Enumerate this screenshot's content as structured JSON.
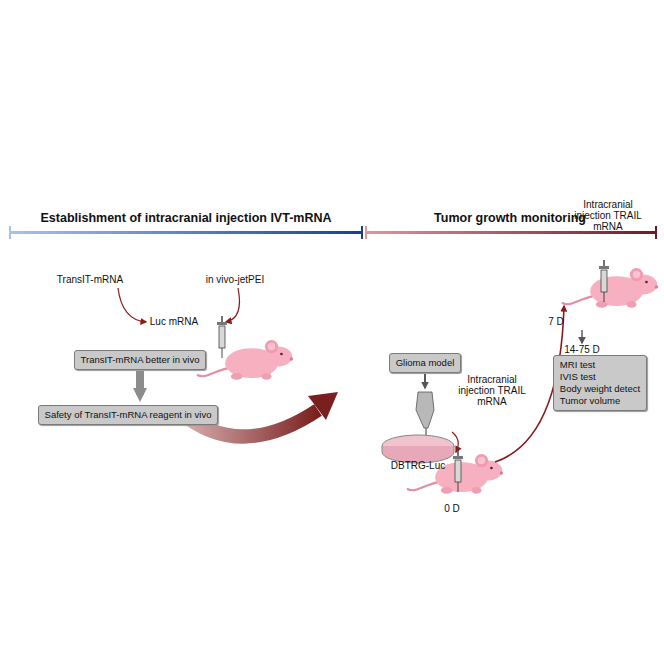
{
  "diagram": {
    "nodes": [
      {
        "text": [
          "TransIT-mRNA better in vivo"
        ]
      },
      {
        "text": [
          "Safety of TransIT-mRNA reagent in vivo"
        ]
      },
      {
        "text": [
          "Glioma model"
        ]
      },
      {
        "text": [
          "MRI test",
          "IVIS test",
          "Body weight detect",
          "Tumor volume"
        ]
      }
    ],
    "edges": [
      {
        "from": 0,
        "to": 1,
        "arrow": "to"
      }
    ],
    "labels": [
      "Establishment of intracranial injection IVT-mRNA",
      "Tumor growth monitoring",
      "TransIT-mRNA",
      "in vivo-jetPEI",
      "Luc mRNA",
      "DBTRG-Luc",
      "Intracranial injection TRAIL mRNA",
      "0 D",
      "Intracranial injection TRAIL mRNA",
      "7 D",
      "14-75 D"
    ]
  }
}
